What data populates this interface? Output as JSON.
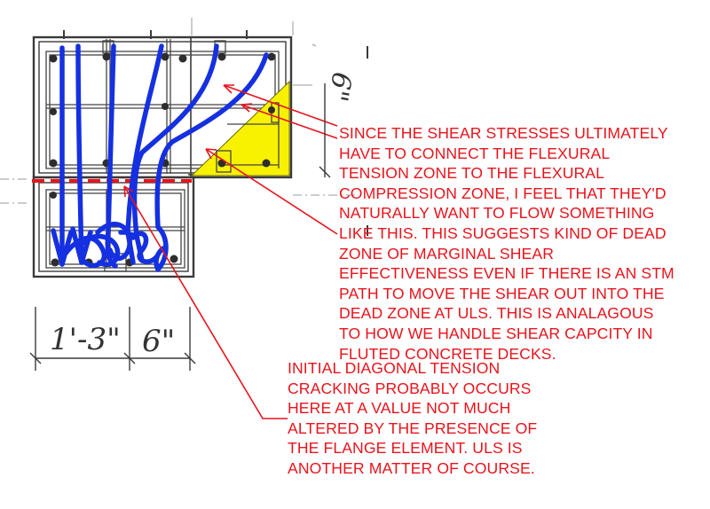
{
  "annotations": {
    "shear_flow_note": {
      "lines": [
        "SINCE THE SHEAR STRESSES ULTIMATELY",
        "HAVE TO CONNECT THE FLEXURAL",
        "TENSION ZONE TO THE FLEXURAL",
        "COMPRESSION ZONE, I FEEL THAT THEY'D",
        "NATURALLY WANT TO FLOW SOMETHING",
        "LIKE THIS.  THIS SUGGESTS KIND OF DEAD",
        "ZONE OF MARGINAL SHEAR",
        "EFFECTIVENESS EVEN IF THERE IS AN STM",
        "PATH TO MOVE THE SHEAR OUT INTO THE",
        "DEAD ZONE AT ULS.  THIS IS ANALAGOUS",
        "TO HOW WE HANDLE SHEAR CAPCITY IN",
        "FLUTED CONCRETE DECKS."
      ]
    },
    "cracking_note": {
      "lines": [
        "INITIAL DIAGONAL TENSION",
        "CRACKING PROBABLY OCCURS",
        "HERE AT A VALUE NOT MUCH",
        "ALTERED BY THE PRESENCE OF",
        "THE FLANGE ELEMENT.  ULS IS",
        "ANOTHER MATTER OF COURSE."
      ]
    }
  },
  "dimensions": {
    "web_width": "1'-3\"",
    "flange_width": "6\"",
    "flange_depth": "6\""
  },
  "colors": {
    "annotation": "#e8141c",
    "shear_flow": "#1530e0",
    "dead_zone_fill": "#f8f200",
    "drawing_ink": "#3a3a3a"
  }
}
